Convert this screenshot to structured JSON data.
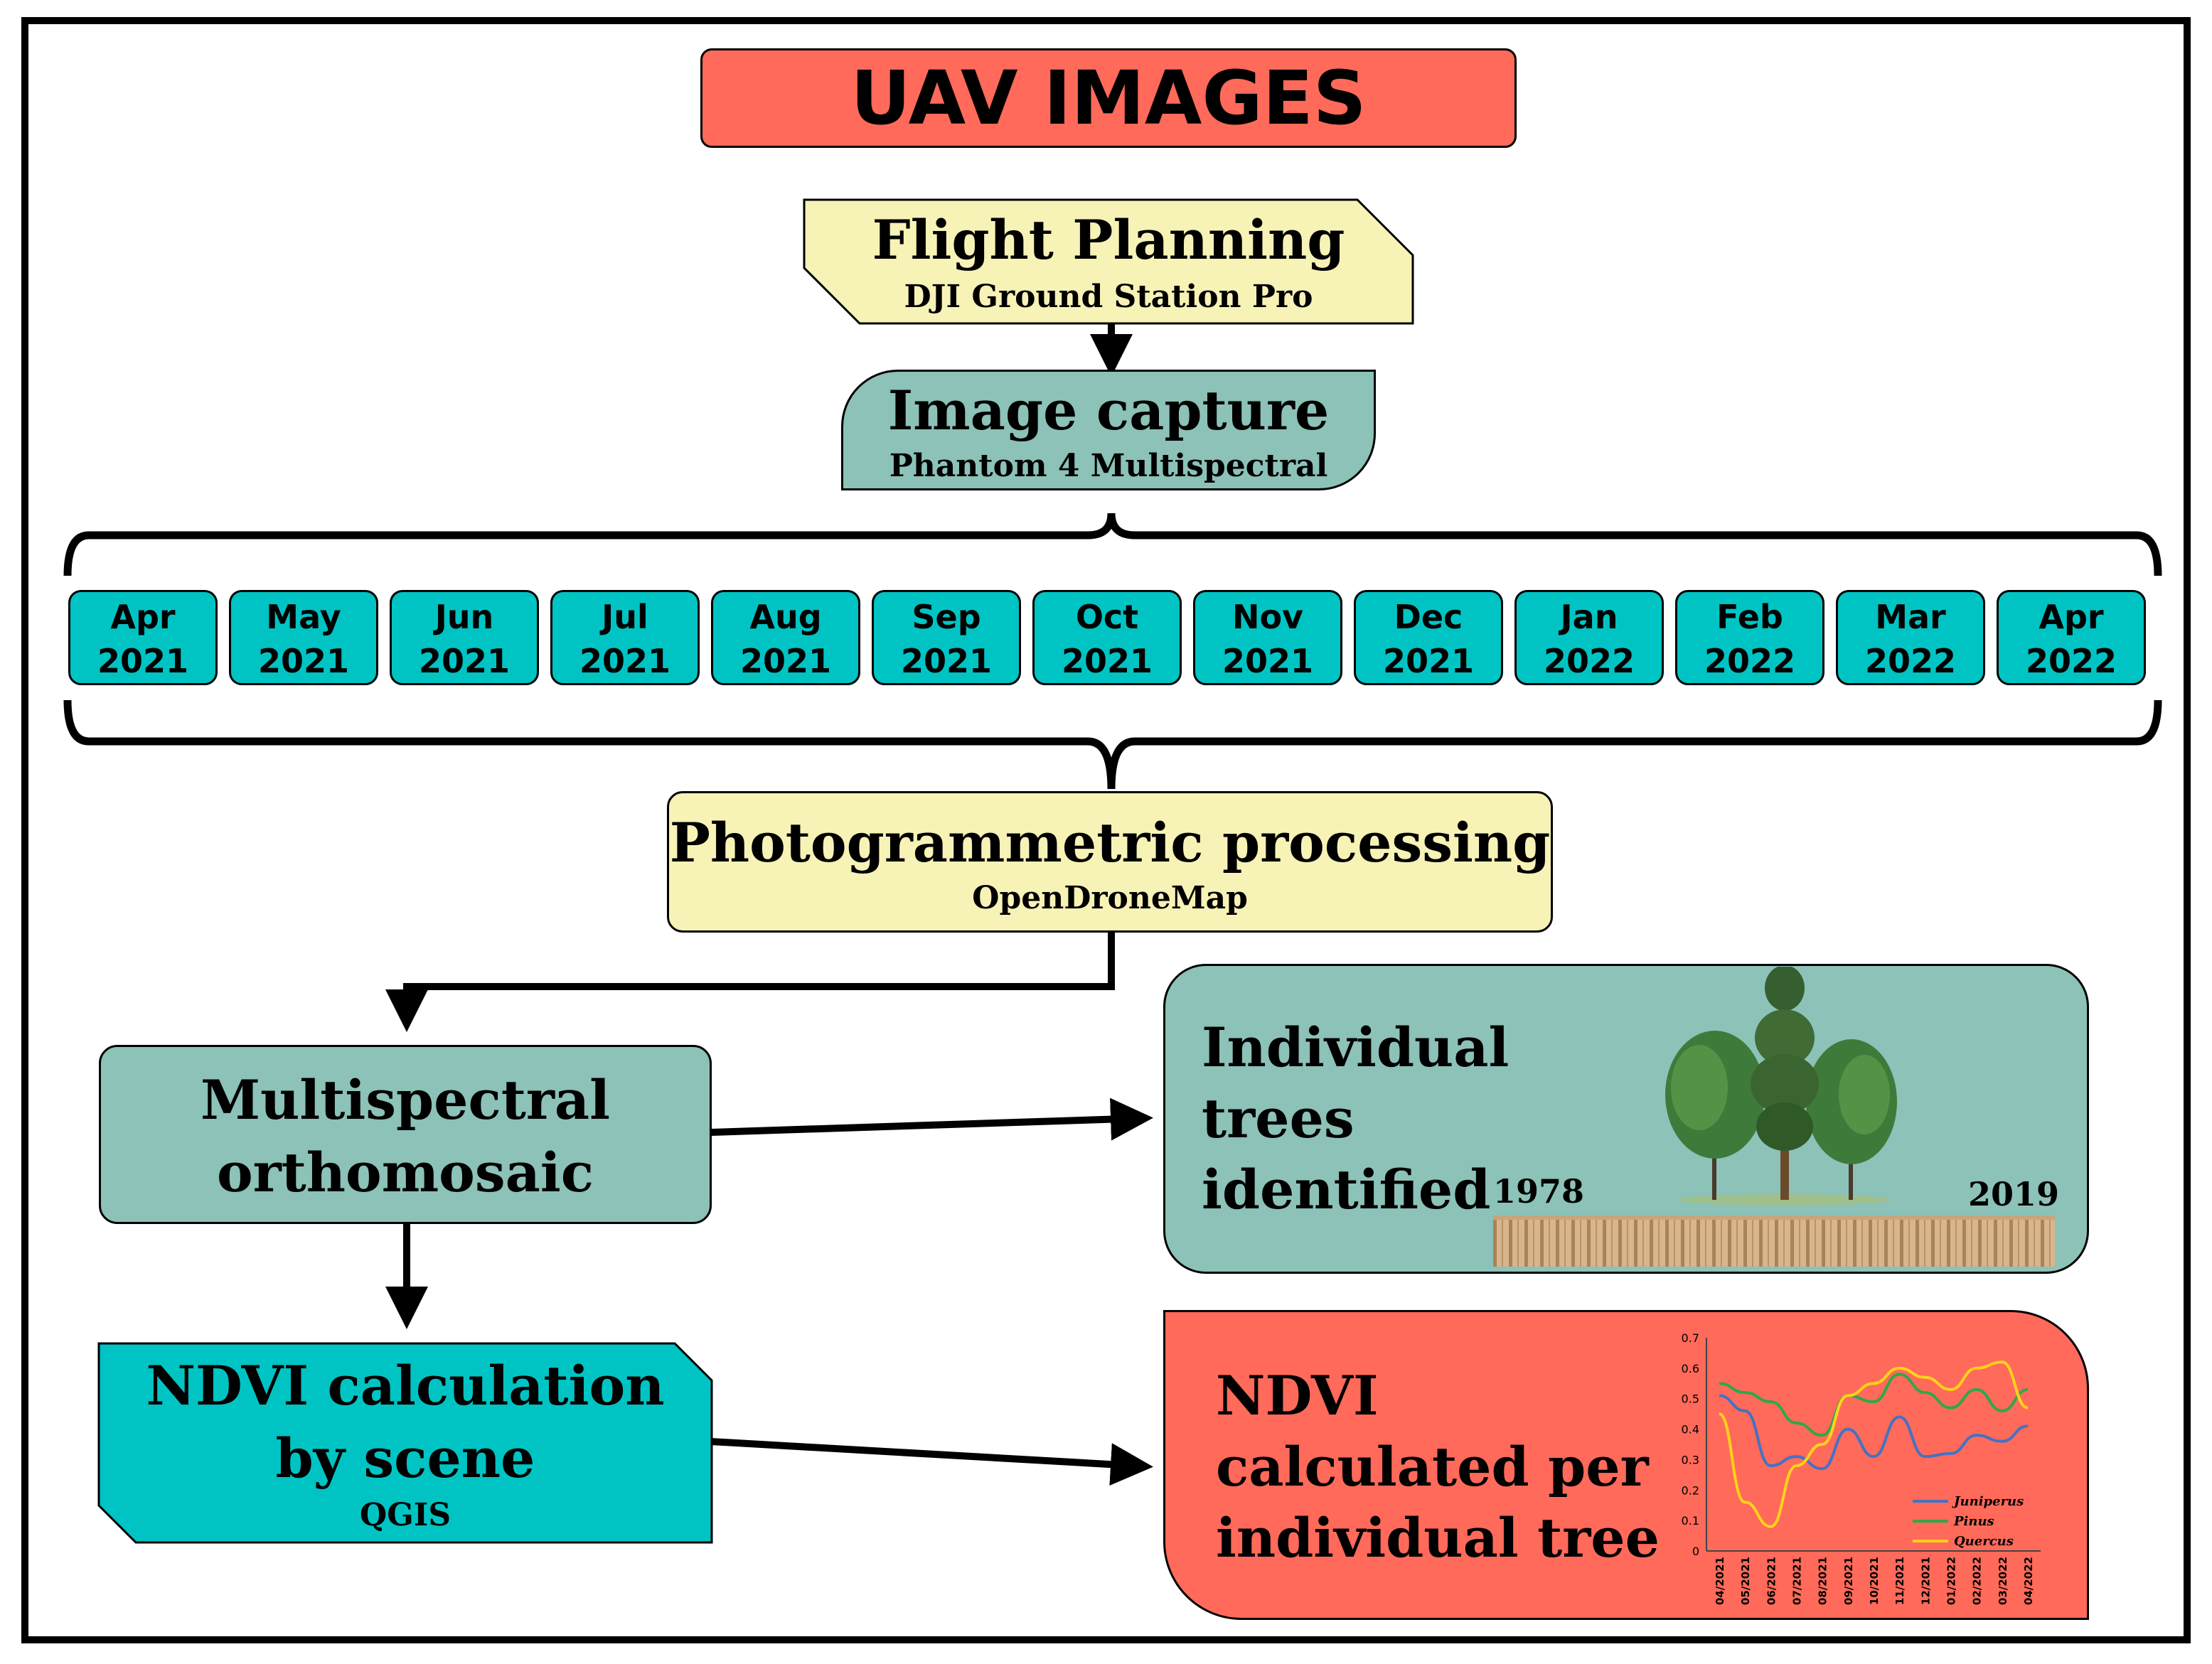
{
  "title": "UAV IMAGES",
  "flight_planning": {
    "title": "Flight Planning",
    "subtitle": "DJI Ground Station Pro"
  },
  "image_capture": {
    "title": "Image capture",
    "subtitle": "Phantom 4 Multispectral"
  },
  "months": [
    {
      "month": "Apr",
      "year": "2021"
    },
    {
      "month": "May",
      "year": "2021"
    },
    {
      "month": "Jun",
      "year": "2021"
    },
    {
      "month": "Jul",
      "year": "2021"
    },
    {
      "month": "Aug",
      "year": "2021"
    },
    {
      "month": "Sep",
      "year": "2021"
    },
    {
      "month": "Oct",
      "year": "2021"
    },
    {
      "month": "Nov",
      "year": "2021"
    },
    {
      "month": "Dec",
      "year": "2021"
    },
    {
      "month": "Jan",
      "year": "2022"
    },
    {
      "month": "Feb",
      "year": "2022"
    },
    {
      "month": "Mar",
      "year": "2022"
    },
    {
      "month": "Apr",
      "year": "2022"
    }
  ],
  "photogrammetric": {
    "title": "Photogrammetric processing",
    "subtitle": "OpenDroneMap"
  },
  "orthomosaic": {
    "line1": "Multispectral",
    "line2": "orthomosaic"
  },
  "ndvi_calc": {
    "line1": "NDVI calculation",
    "line2": "by scene",
    "subtitle": "QGIS"
  },
  "trees": {
    "line1": "Individual",
    "line2": "trees",
    "line3": "identified",
    "year_start": "1978",
    "year_end": "2019"
  },
  "ndvi_tree": {
    "line1": "NDVI",
    "line2": "calculated per",
    "line3": "individual tree"
  },
  "colors": {
    "title_box": "#ff6a5a",
    "yellow_box": "#f7f2b6",
    "teal_box": "#8cc2b8",
    "cyan_box": "#00c4c4",
    "red_box": "#ff6a5a",
    "juniperus": "#4472c4",
    "pinus": "#2ea84a",
    "quercus": "#ffd21a"
  },
  "chart_data": {
    "type": "line",
    "x": [
      "04/2021",
      "05/2021",
      "06/2021",
      "07/2021",
      "08/2021",
      "09/2021",
      "10/2021",
      "11/2021",
      "12/2021",
      "01/2022",
      "02/2022",
      "03/2022",
      "04/2022"
    ],
    "ylim": [
      0,
      0.7
    ],
    "yticks": [
      "0",
      "0.1",
      "0.2",
      "0.3",
      "0.4",
      "0.5",
      "0.6",
      "0.7"
    ],
    "series": [
      {
        "name": "Juniperus",
        "color": "#4472c4",
        "values": [
          0.51,
          0.46,
          0.28,
          0.31,
          0.27,
          0.4,
          0.31,
          0.44,
          0.31,
          0.32,
          0.38,
          0.36,
          0.41
        ]
      },
      {
        "name": "Pinus",
        "color": "#2ea84a",
        "values": [
          0.55,
          0.52,
          0.49,
          0.42,
          0.38,
          0.51,
          0.49,
          0.58,
          0.52,
          0.47,
          0.53,
          0.46,
          0.53
        ]
      },
      {
        "name": "Quercus",
        "color": "#ffd21a",
        "values": [
          0.45,
          0.16,
          0.08,
          0.28,
          0.35,
          0.51,
          0.55,
          0.6,
          0.57,
          0.53,
          0.6,
          0.62,
          0.47
        ]
      }
    ],
    "legend": "bottom-right"
  }
}
